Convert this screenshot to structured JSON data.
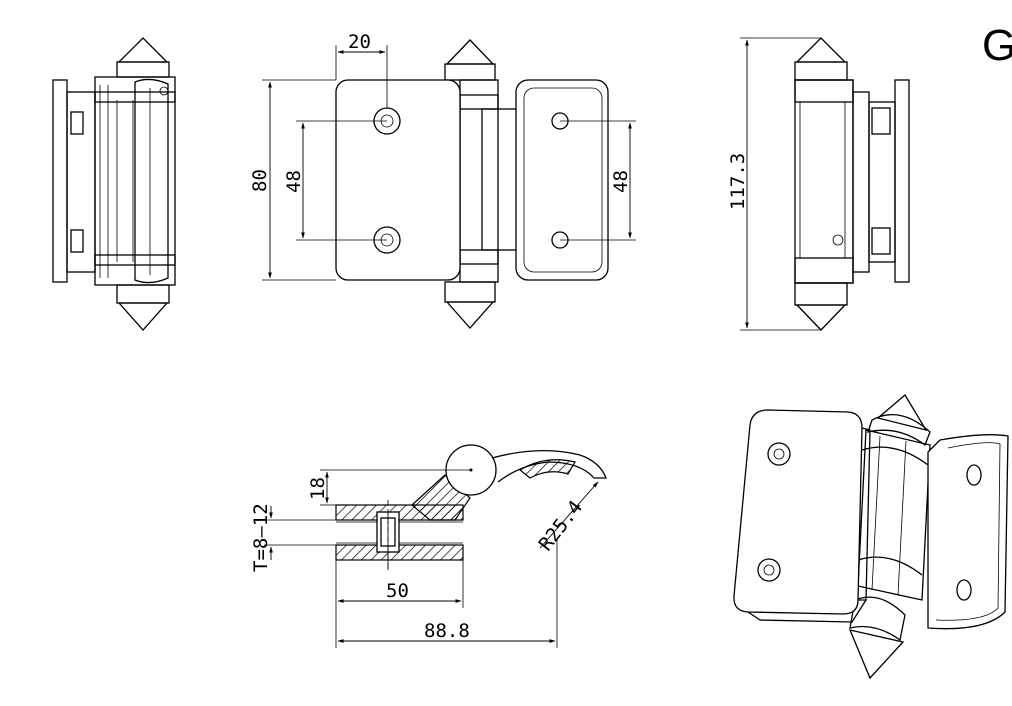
{
  "sheet_label": "G",
  "front_view": {
    "width_top": "20",
    "height_total": "80",
    "hole_spacing_left": "48",
    "hole_spacing_right": "48"
  },
  "side_view": {
    "overall_height": "117.3"
  },
  "section_view": {
    "pin_diameter": "18",
    "glass_thickness": "T=8–12",
    "radius": "R25.4",
    "plate_width": "50",
    "overall_length": "88.8"
  }
}
